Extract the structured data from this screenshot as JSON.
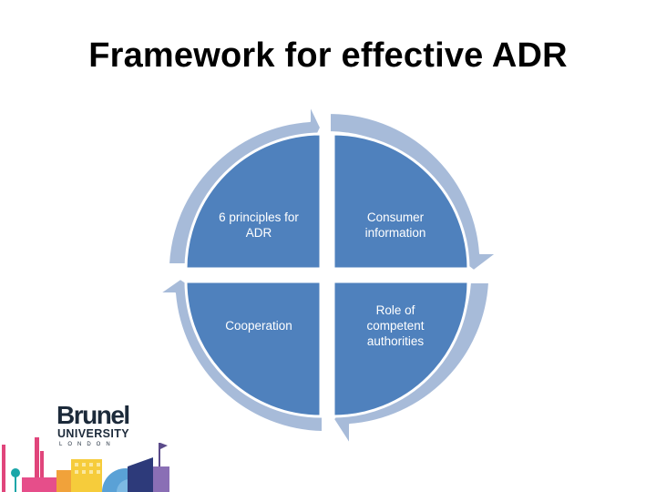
{
  "title": "Framework for effective ADR",
  "quadrants": [
    {
      "id": "top-left",
      "label": "6 principles for\nADR"
    },
    {
      "id": "top-right",
      "label": "Consumer\ninformation"
    },
    {
      "id": "bottom-left",
      "label": "Cooperation"
    },
    {
      "id": "bottom-right",
      "label": "Role of\ncompetent\nauthorities"
    }
  ],
  "logo": {
    "name": "Brunel",
    "subtitle": "UNIVERSITY",
    "city": "LONDON"
  },
  "colors": {
    "quadrant_fill": "#4f81bd",
    "arrow_fill": "#a7bbd9",
    "text": "#ffffff"
  }
}
